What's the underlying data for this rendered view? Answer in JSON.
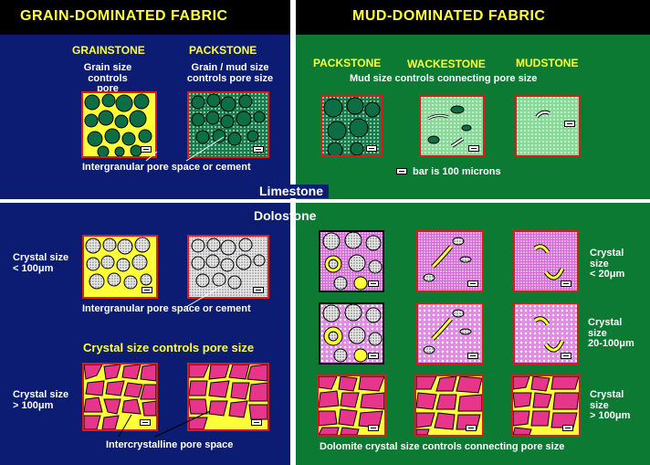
{
  "headers": {
    "left": "GRAIN-DOMINATED  FABRIC",
    "right": "MUD-DOMINATED  FABRIC"
  },
  "limestone": {
    "section_label": "Limestone",
    "grainstone": {
      "title": "GRAINSTONE",
      "caption": "Grain size\ncontrols pore"
    },
    "packstone_left": {
      "title": "PACKSTONE",
      "caption": "Grain / mud size\ncontrols pore size"
    },
    "packstone_right": {
      "title": "PACKSTONE"
    },
    "wackestone": {
      "title": "WACKESTONE"
    },
    "mudstone": {
      "title": "MUDSTONE"
    },
    "mud_caption": "Mud size controls connecting pore size",
    "intergranular_note": "Intergranular pore space or cement",
    "scale_note": "bar is 100 microns"
  },
  "dolostone": {
    "section_label": "Dolostone",
    "crystal_lt100": "Crystal size\n< 100μm",
    "crystal_gt100": "Crystal size\n> 100μm",
    "crystal_lt20": "Crystal\nsize\n< 20μm",
    "crystal_20_100": "Crystal\nsize\n20-100μm",
    "crystal_gt100_right": "Crystal\nsize\n> 100μm",
    "intergranular_note": "Intergranular pore space or cement",
    "crystal_controls": "Crystal size controls pore size",
    "intercrystalline_note": "Intercrystalline pore space",
    "dolomite_note": "Dolomite crystal size controls connecting pore size"
  },
  "colors": {
    "blue_panel": "#0c1c72",
    "green_panel": "#0c7a33",
    "yellow_text": "#ffff3a",
    "pore_yellow": "#ffff3a",
    "grain_green": "#0d6e45",
    "tile_border": "#d81c1c",
    "dolomite_pink": "#e8358c",
    "crystal_magenta": "#d36ad6"
  },
  "icons": [
    "scale-bar-icon"
  ]
}
